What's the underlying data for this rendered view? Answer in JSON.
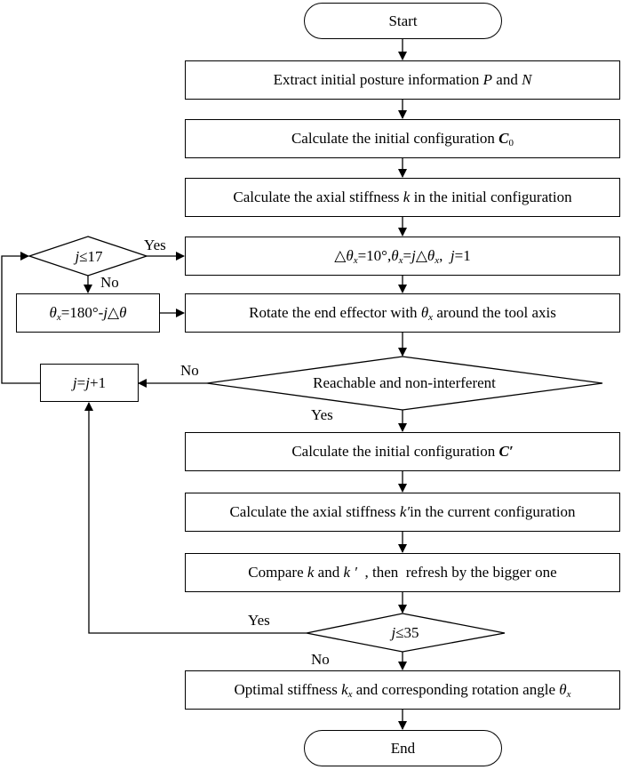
{
  "diagram": {
    "type": "flowchart",
    "terminals": {
      "start": "Start",
      "end": "End"
    },
    "steps": {
      "extract": {
        "text": "Extract initial posture information ",
        "var1": "P",
        "mid": " and ",
        "var2": "N"
      },
      "calc_c0": {
        "text": "Calculate the initial configuration ",
        "var": "C",
        "sub": "0"
      },
      "calc_k": {
        "pre": "Calculate the axial stiffness ",
        "var": "k",
        "post": " in the initial configuration"
      },
      "init_theta": {
        "part1": "△",
        "theta": "θ",
        "sub_x": "x",
        "part2": "=10°,",
        "part3": "=",
        "j": "j",
        "part4": "△",
        "part5": ",  ",
        "part6": "=1"
      },
      "rotate": {
        "pre": "Rotate the end effector with ",
        "theta": "θ",
        "sub": "x",
        "post": " around the tool axis"
      },
      "calc_c_prime": {
        "text": "Calculate the initial configuration ",
        "var": "C′"
      },
      "calc_k_prime": {
        "pre": "Calculate the axial stiffness ",
        "var": "k′",
        "post": "in the current configuration"
      },
      "compare": {
        "pre": "Compare ",
        "k": "k",
        "mid": " and ",
        "kp": "k ′",
        "post": "  , then  refresh by the bigger one"
      },
      "optimal": {
        "pre": "Optimal stiffness ",
        "k": "k",
        "sub": "x",
        "mid": " and corresponding rotation angle ",
        "theta": "θ",
        "sub2": "x"
      },
      "theta_reverse": {
        "theta": "θ",
        "sub": "x",
        "part": "=180°-",
        "j": "j",
        "tail": "△θ"
      },
      "increment": {
        "j1": "j",
        "eq": "=",
        "j2": "j",
        "plus": "+1"
      }
    },
    "decisions": {
      "reachable": {
        "text": "Reachable and non-interferent",
        "yes": "Yes",
        "no": "No"
      },
      "j_le_17": {
        "j": "j",
        "op": "≤17",
        "yes": "Yes",
        "no": "No"
      },
      "j_le_35": {
        "j": "j",
        "op": "≤35",
        "yes": "Yes",
        "no": "No"
      }
    }
  }
}
